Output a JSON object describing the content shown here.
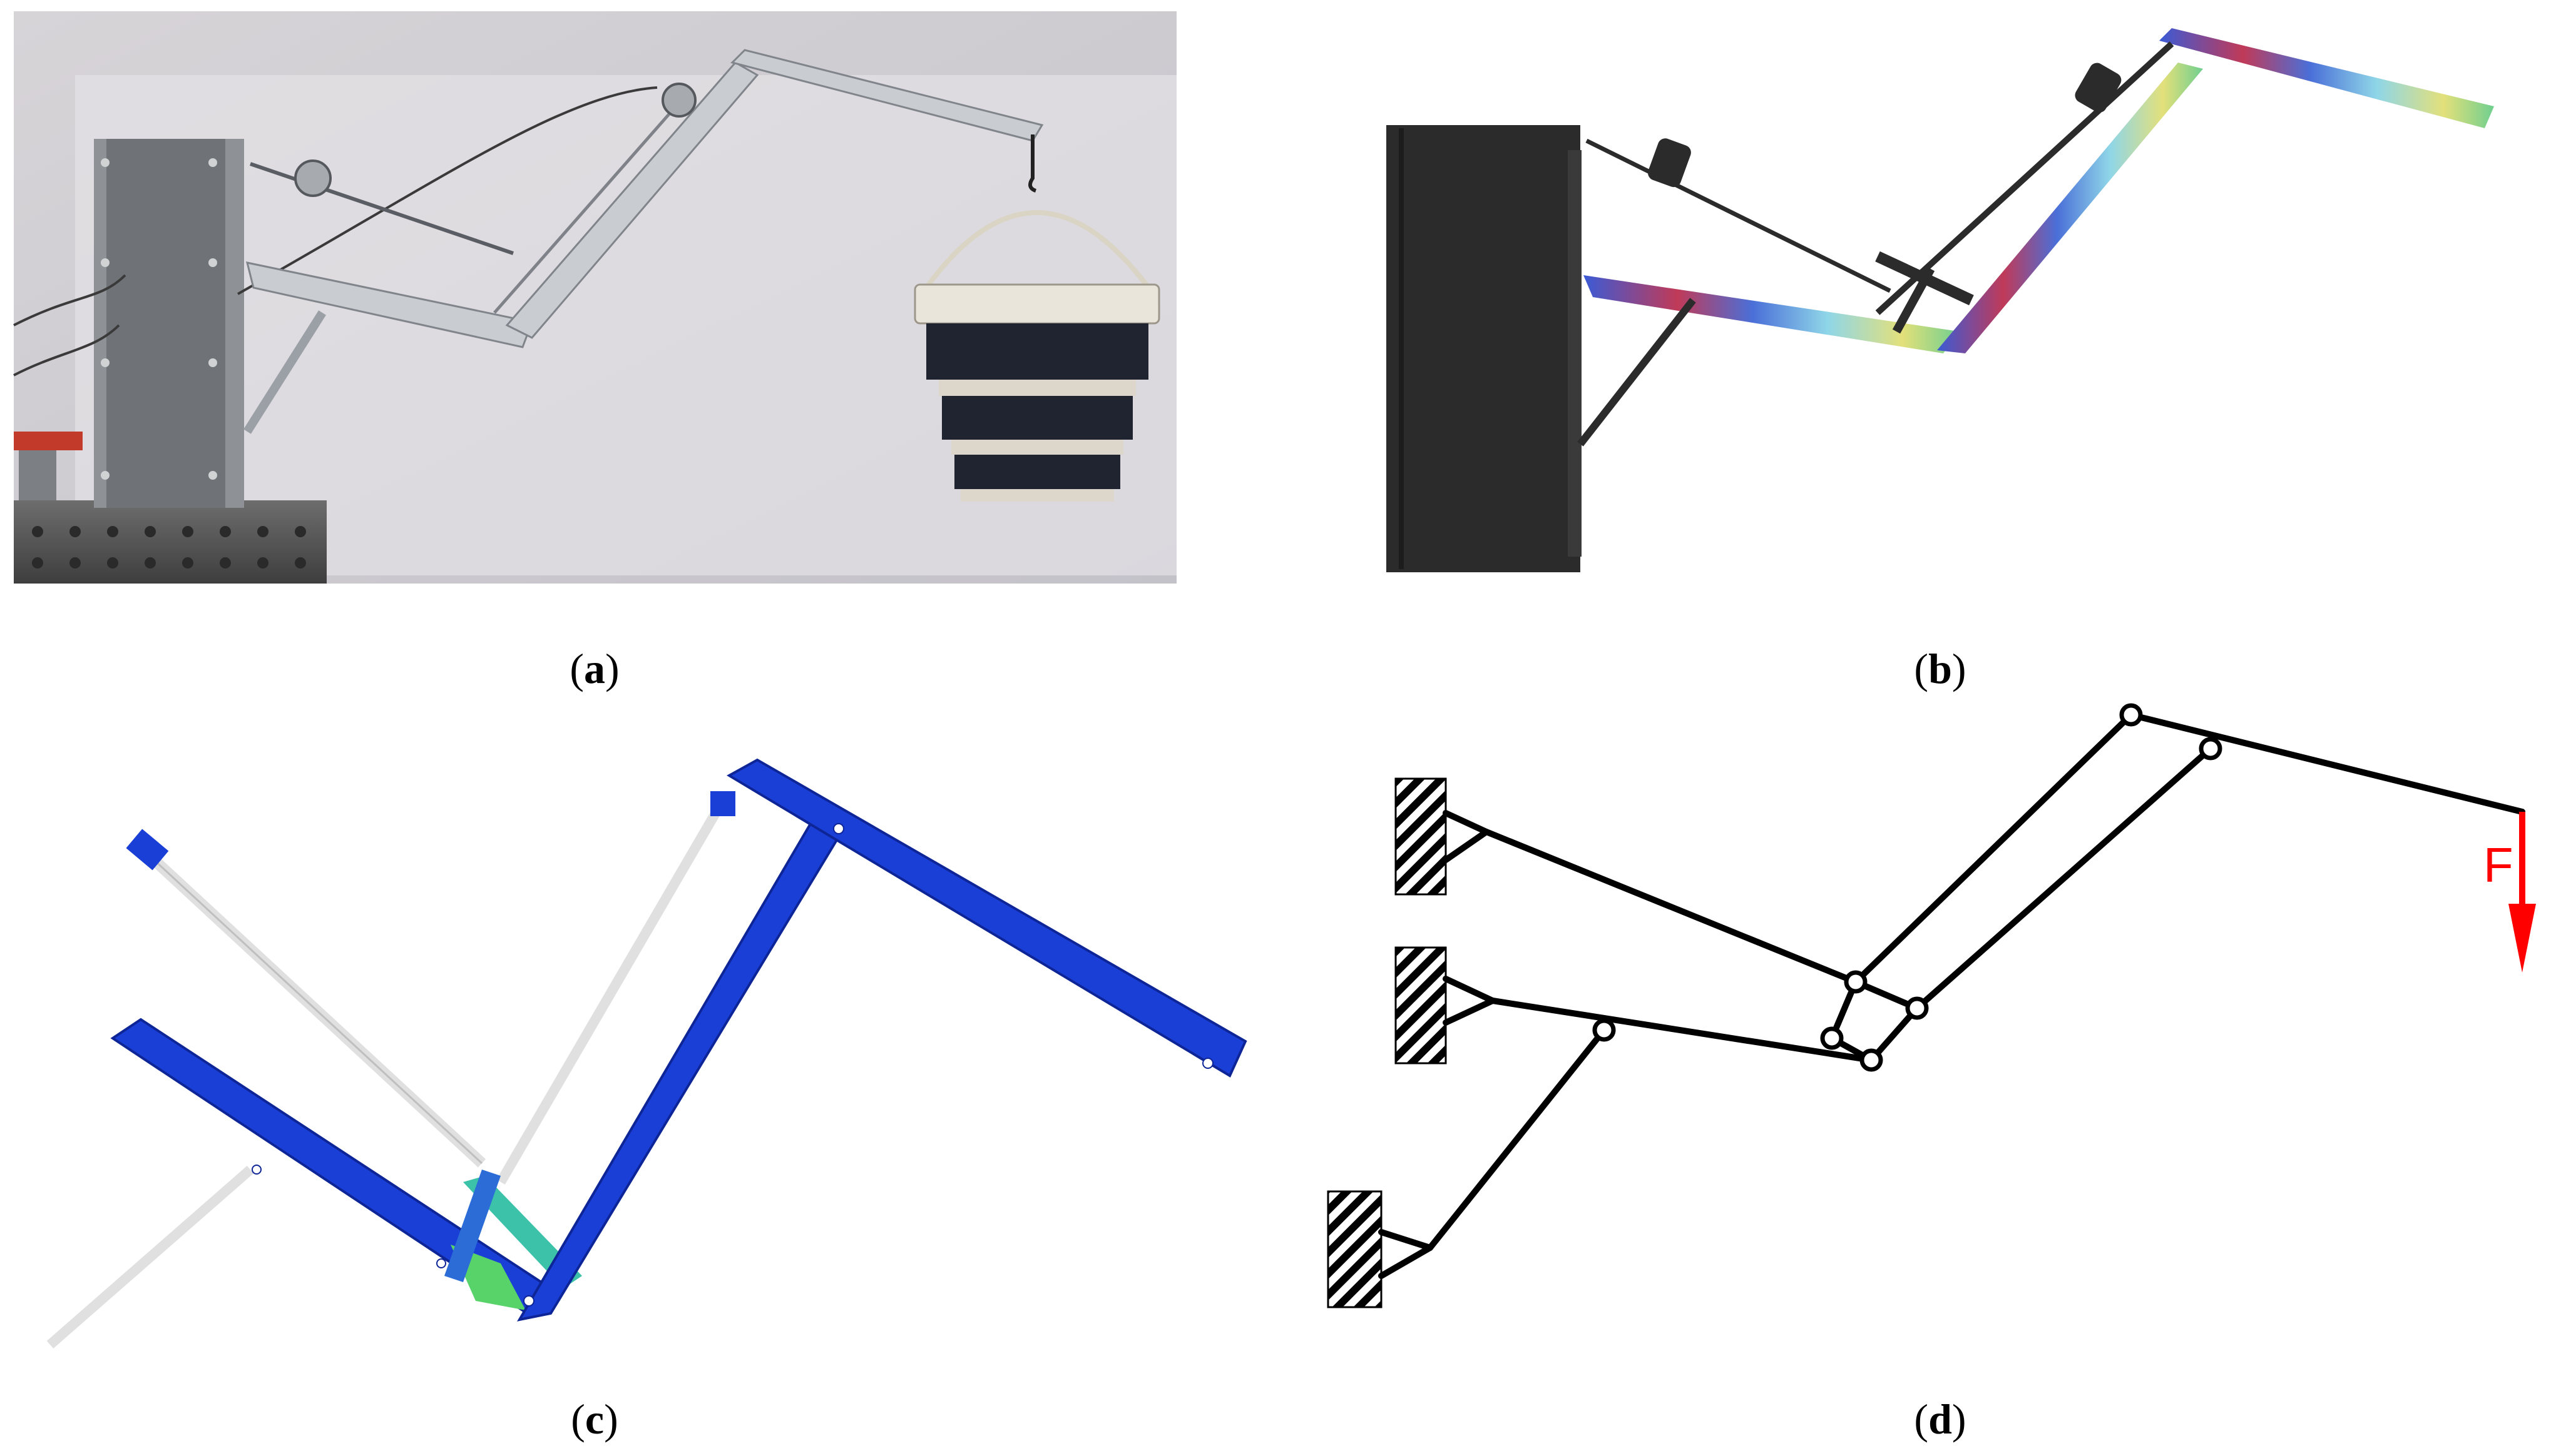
{
  "panels": [
    {
      "id": "a",
      "caption_open": "(",
      "caption_letter": "a",
      "caption_close": ")"
    },
    {
      "id": "b",
      "caption_open": "(",
      "caption_letter": "b",
      "caption_close": ")"
    },
    {
      "id": "c",
      "caption_open": "(",
      "caption_letter": "c",
      "caption_close": ")"
    },
    {
      "id": "d",
      "caption_open": "(",
      "caption_letter": "d",
      "caption_close": ")"
    }
  ],
  "diagram_d": {
    "force_label": "F",
    "force_color": "#ff0000"
  },
  "colors": {
    "aluminium": "#c9ccd1",
    "tower": "#2b2b2b",
    "fem_blue": "#1a3fd6",
    "fem_green": "#57d36a",
    "bucket": "#1f2430"
  }
}
